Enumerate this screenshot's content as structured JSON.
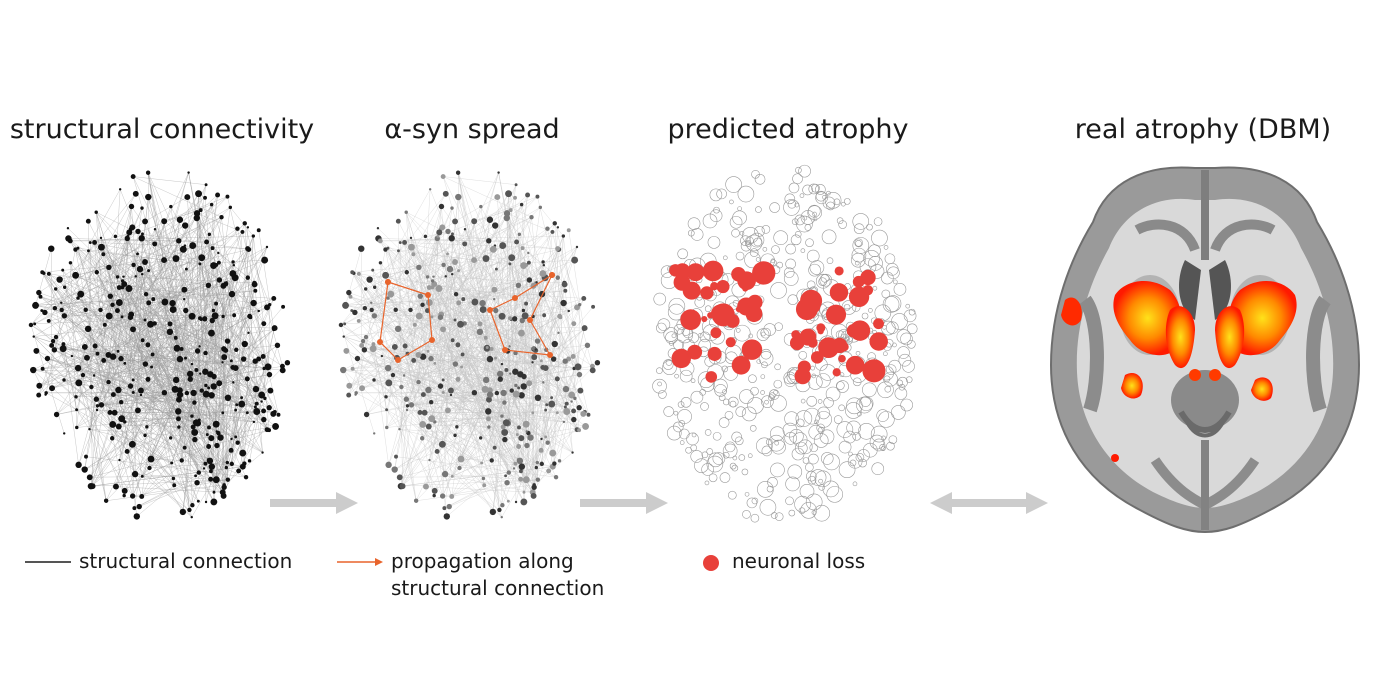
{
  "panels": [
    {
      "title": "structural connectivity"
    },
    {
      "title": "α-syn spread"
    },
    {
      "title": "predicted atrophy"
    },
    {
      "title": "real atrophy (DBM)"
    }
  ],
  "legend": {
    "structural_connection": "structural connection",
    "propagation_line1": "propagation along",
    "propagation_line2": "structural connection",
    "neuronal_loss": "neuronal loss"
  },
  "colors": {
    "connection": "#555555",
    "propagation": "#e8642c",
    "neuronal_loss": "#e8403a",
    "arrow": "#cccccc"
  }
}
